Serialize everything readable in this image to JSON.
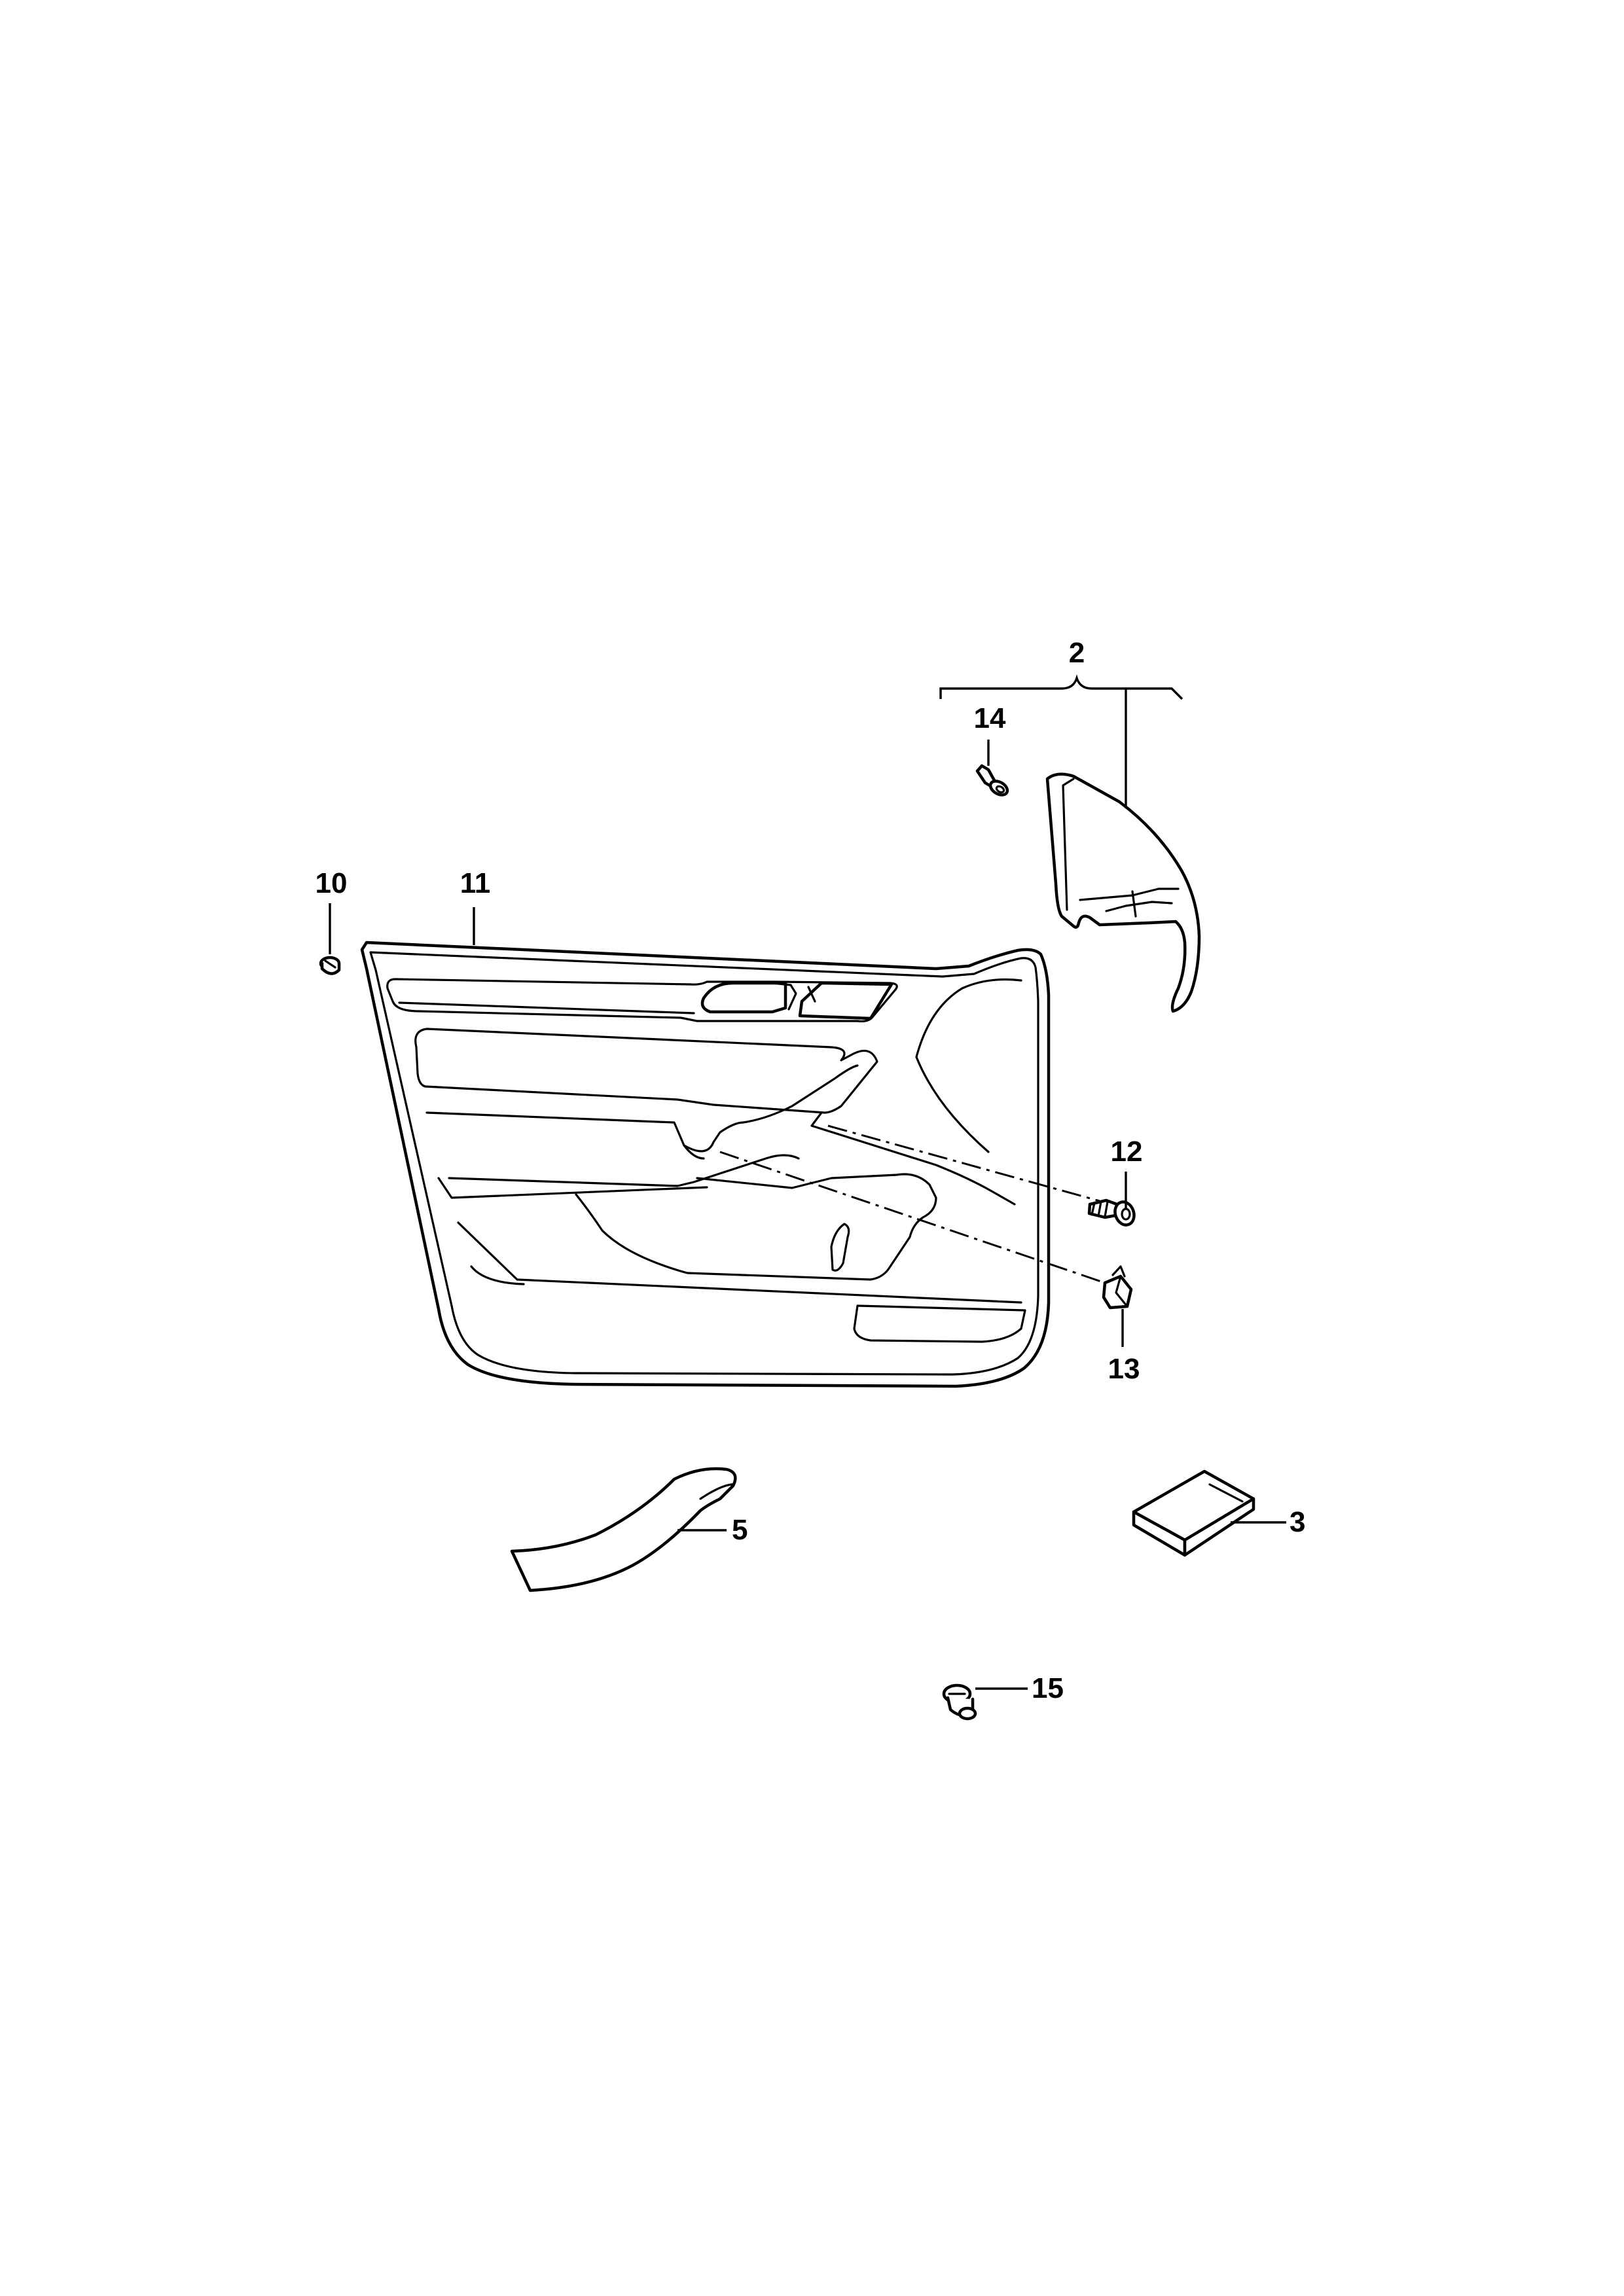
{
  "diagram": {
    "callouts": [
      {
        "id": "2",
        "text": "2"
      },
      {
        "id": "14",
        "text": "14"
      },
      {
        "id": "10",
        "text": "10"
      },
      {
        "id": "11",
        "text": "11"
      },
      {
        "id": "12",
        "text": "12"
      },
      {
        "id": "13",
        "text": "13"
      },
      {
        "id": "5",
        "text": "5"
      },
      {
        "id": "3",
        "text": "3"
      },
      {
        "id": "15",
        "text": "15"
      }
    ]
  }
}
